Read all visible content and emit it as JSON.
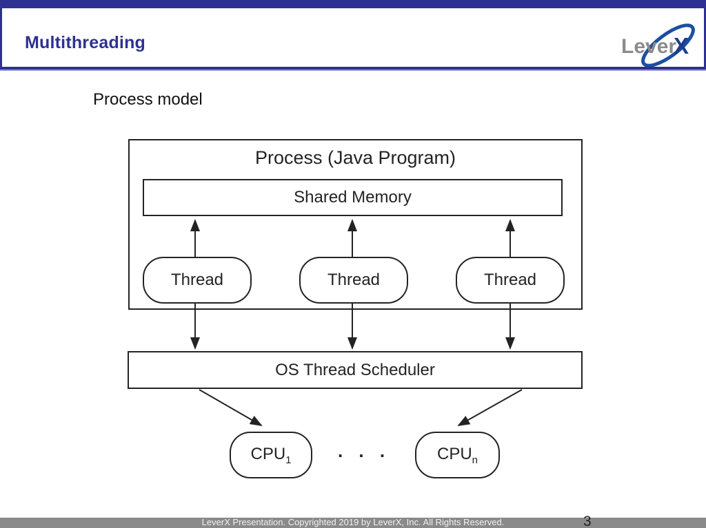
{
  "header": {
    "title": "Multithreading",
    "logo": {
      "word": "Lever",
      "x": "X"
    }
  },
  "slide": {
    "heading": "Process model"
  },
  "diagram": {
    "process_box_label": "Process (Java Program)",
    "shared_memory_label": "Shared Memory",
    "threads": [
      {
        "label": "Thread"
      },
      {
        "label": "Thread"
      },
      {
        "label": "Thread"
      }
    ],
    "scheduler_label": "OS Thread Scheduler",
    "cpus": [
      {
        "base": "CPU",
        "sub": "1"
      },
      {
        "base": "CPU",
        "sub": "n"
      }
    ],
    "ellipsis": ". . ."
  },
  "footer": {
    "copyright": "LeverX Presentation. Copyrighted 2019 by LeverX, Inc. All Rights Reserved.",
    "page_number": "3"
  },
  "colors": {
    "brand_blue": "#2e3192",
    "logo_blue": "#1b4fa0",
    "logo_gray": "#8c8c8c",
    "diagram_line": "#232323",
    "footer_gray": "#8a8a8a"
  }
}
